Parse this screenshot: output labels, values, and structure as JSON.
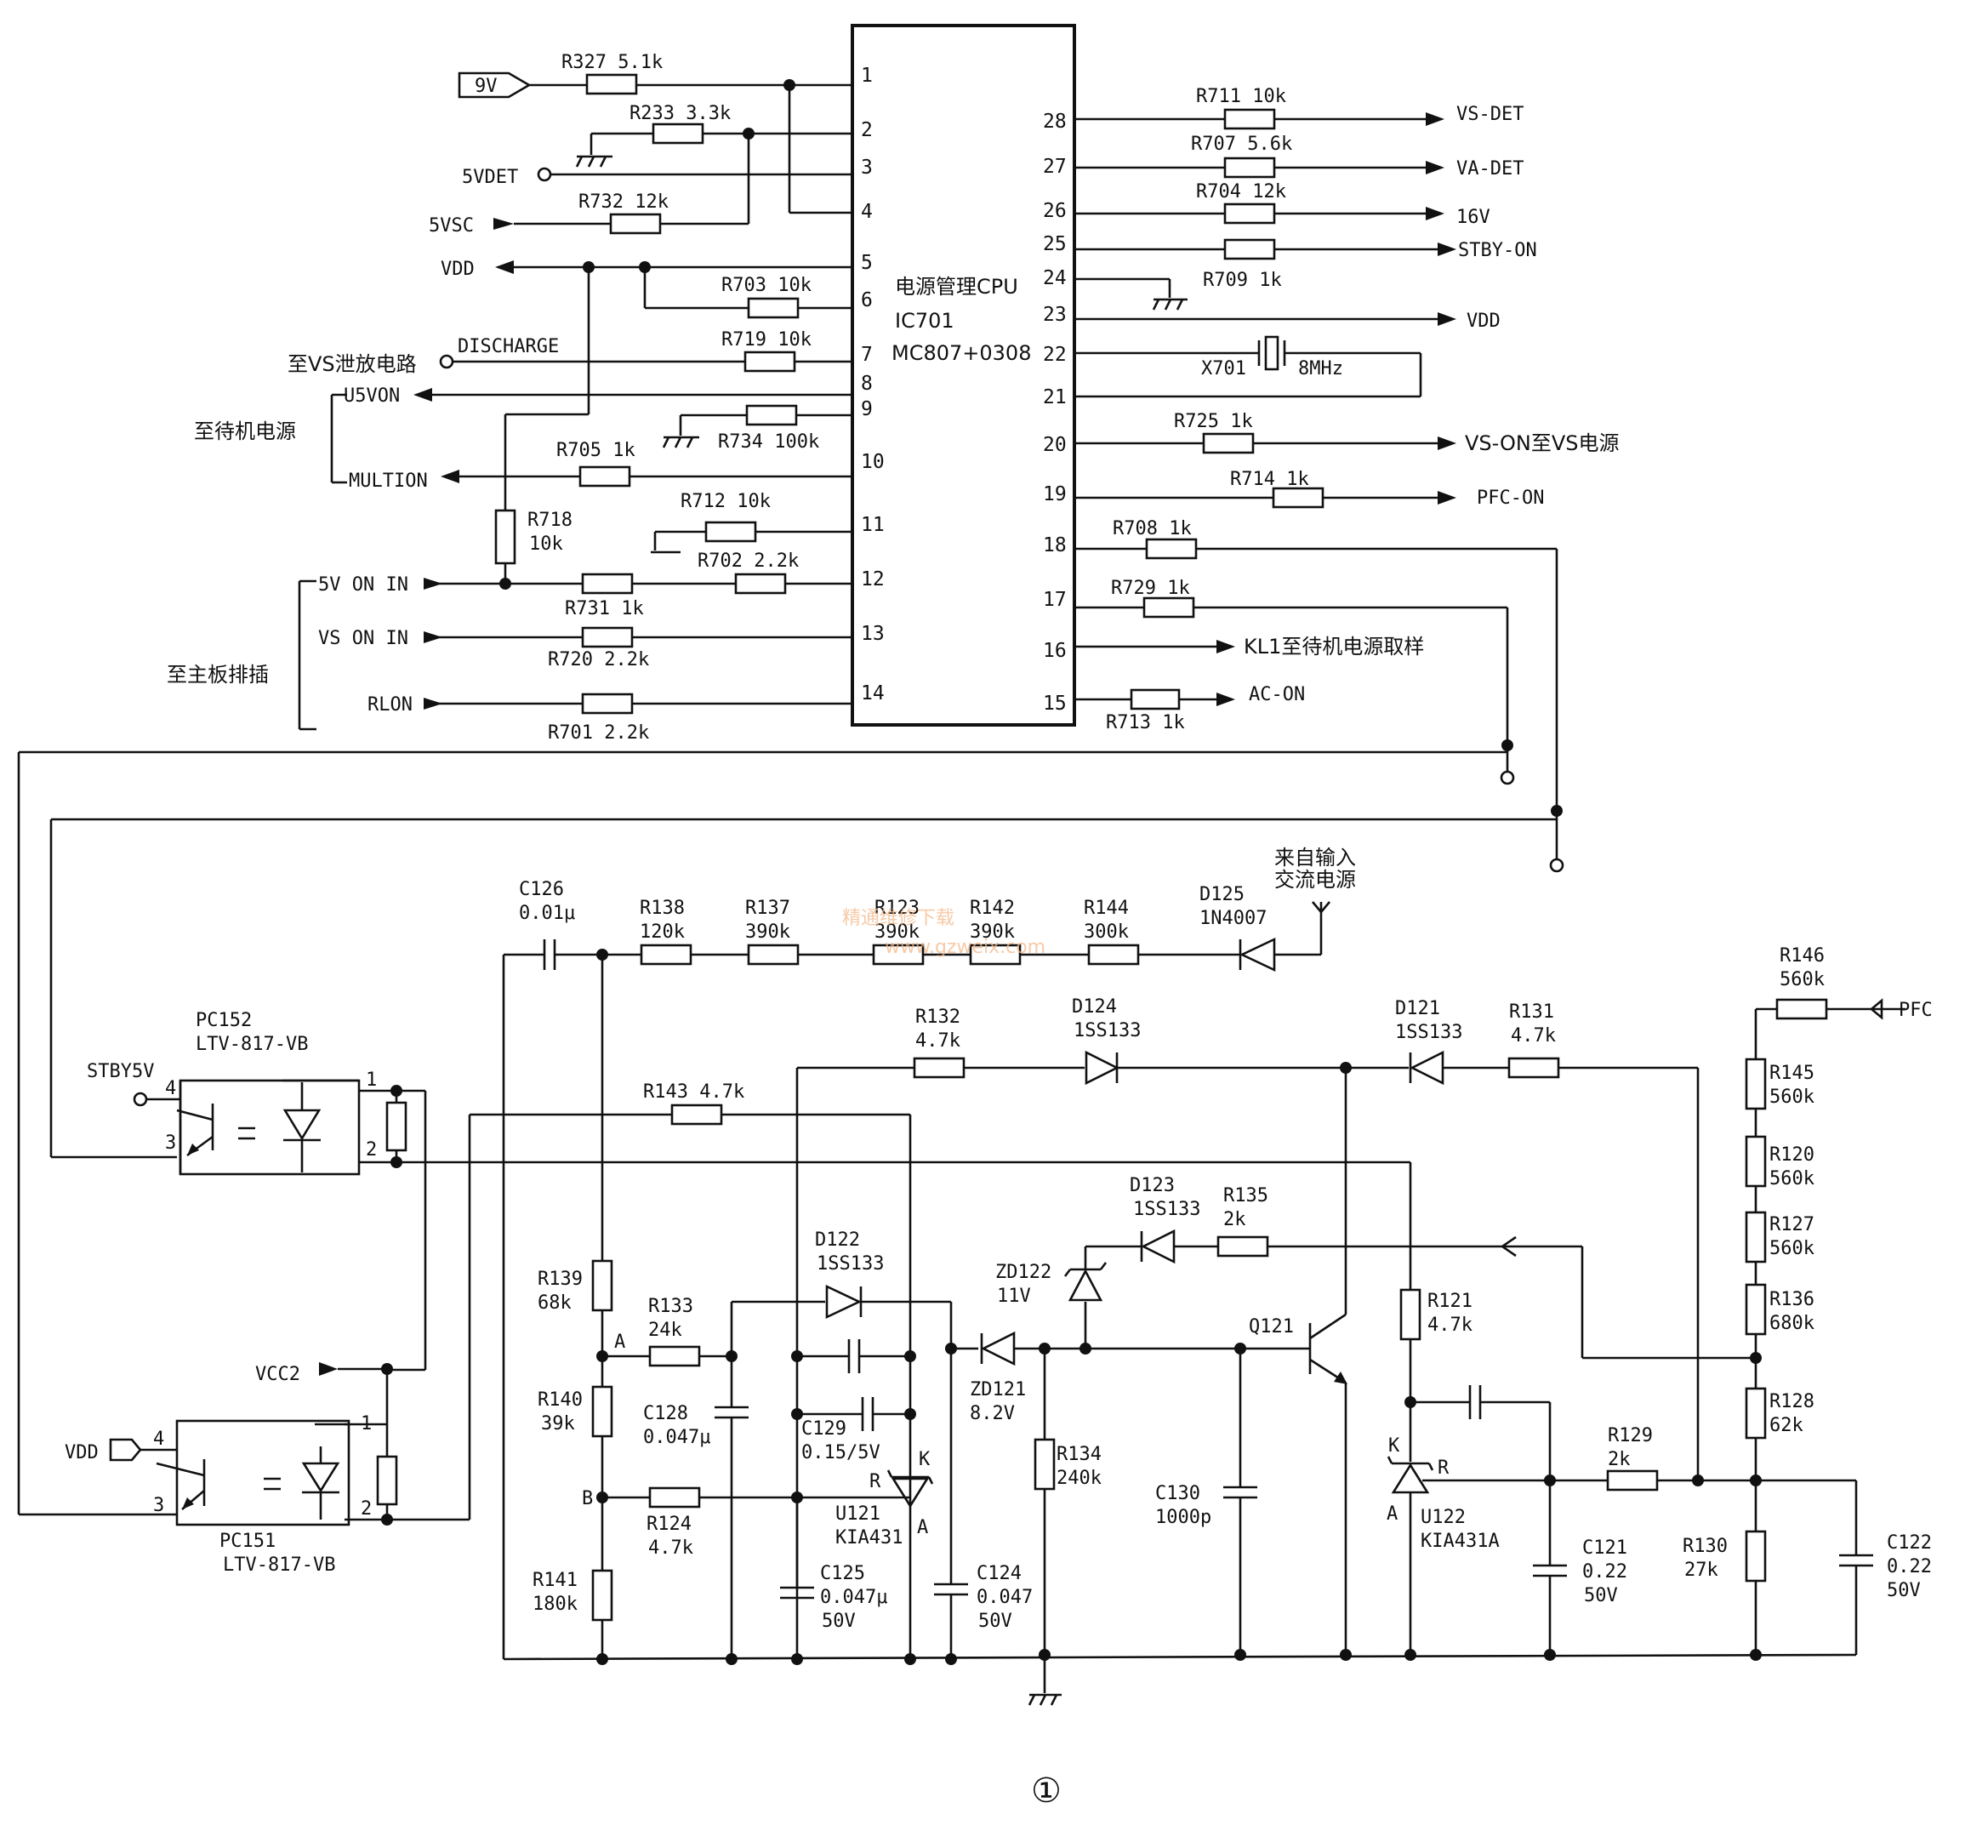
{
  "ic": {
    "title": "电源管理CPU",
    "ref": "IC701",
    "part": "MC807+0308",
    "left_pins": [
      "1",
      "2",
      "3",
      "4",
      "5",
      "6",
      "7",
      "8",
      "9",
      "10",
      "11",
      "12",
      "13",
      "14"
    ],
    "right_pins": [
      "28",
      "27",
      "26",
      "25",
      "24",
      "23",
      "22",
      "21",
      "20",
      "19",
      "18",
      "17",
      "16",
      "15"
    ]
  },
  "signals": {
    "v9": "9V",
    "v5det": "5VDET",
    "v5vsc": "5VSC",
    "vdd": "VDD",
    "to_vs_discharge": "至VS泄放电路",
    "discharge": "DISCHARGE",
    "u5von": "U5VON",
    "standby_power": "至待机电源",
    "multion": "MULTION",
    "v5_on_in": "5V ON IN",
    "vs_on_in": "VS ON IN",
    "rlon": "RLON",
    "to_mainboard": "至主板排插",
    "vs_det": "VS-DET",
    "va_det": "VA-DET",
    "v16": "16V",
    "stby_on": "STBY-ON",
    "vdd_out": "VDD",
    "vs_on": "VS-ON至VS电源",
    "pfc_on": "PFC-ON",
    "kl1": "KL1至待机电源取样",
    "ac_on": "AC-ON",
    "ac_in_1": "来自输入",
    "ac_in_2": "交流电源",
    "stby5v": "STBY5V",
    "vcc2": "VCC2",
    "vdd_pc151": "VDD",
    "pfc": "PFC"
  },
  "labels": {
    "r327": "R327  5.1k",
    "r233": "R233  3.3k",
    "r732": "R732  12k",
    "r703": "R703  10k",
    "r719": "R719  10k",
    "r734": "R734  100k",
    "r705": "R705  1k",
    "r718a": "R718",
    "r718b": "10k",
    "r712": "R712  10k",
    "r702": "R702  2.2k",
    "r731": "R731  1k",
    "r720": "R720  2.2k",
    "r701": "R701  2.2k",
    "r711": "R711  10k",
    "r707": "R707  5.6k",
    "r704": "R704  12k",
    "r709": "R709  1k",
    "x701": "X701",
    "mhz": "8MHz",
    "r725": "R725  1k",
    "r714": "R714  1k",
    "r708": "R708  1k",
    "r729": "R729  1k",
    "r713": "R713  1k",
    "c126a": "C126",
    "c126b": "0.01μ",
    "r138a": "R138",
    "r138b": "120k",
    "r137a": "R137",
    "r137b": "390k",
    "r123a": "R123",
    "r123b": "390k",
    "r142a": "R142",
    "r142b": "390k",
    "r144a": "R144",
    "r144b": "300k",
    "d125a": "D125",
    "d125b": "1N4007",
    "pc152a": "PC152",
    "pc152b": "LTV-817-VB",
    "pc151a": "PC151",
    "pc151b": "LTV-817-VB",
    "r132a": "R132",
    "r132b": "4.7k",
    "d124a": "D124",
    "d124b": "1SS133",
    "d121a": "D121",
    "d121b": "1SS133",
    "r131a": "R131",
    "r131b": "4.7k",
    "r146a": "R146",
    "r146b": "560k",
    "r145a": "R145",
    "r145b": "560k",
    "r120a": "R120",
    "r120b": "560k",
    "r127a": "R127",
    "r127b": "560k",
    "r136a": "R136",
    "r136b": "680k",
    "r128a": "R128",
    "r128b": "62k",
    "r130a": "R130",
    "r130b": "27k",
    "c122a": "C122",
    "c122b": "0.22",
    "c122c": "50V",
    "r143": "R143  4.7k",
    "d123a": "D123",
    "d123b": "1SS133",
    "r135a": "R135",
    "r135b": "2k",
    "zd122a": "ZD122",
    "zd122b": "11V",
    "d122a": "D122",
    "d122b": "1SS133",
    "r139a": "R139",
    "r139b": "68k",
    "r133a": "R133",
    "r133b": "24k",
    "node_a": "A",
    "r140a": "R140",
    "r140b": "39k",
    "c128a": "C128",
    "c128b": "0.047μ",
    "c129a": "C129",
    "c129b": "0.15/5V",
    "node_b": "B",
    "r124a": "R124",
    "r124b": "4.7k",
    "u121a": "U121",
    "u121b": "KIA431",
    "u121k": "K",
    "u121r": "R",
    "u121an": "A",
    "r141a": "R141",
    "r141b": "180k",
    "c125a": "C125",
    "c125b": "0.047μ",
    "c125c": "50V",
    "c124a": "C124",
    "c124b": "0.047",
    "c124c": "50V",
    "zd121a": "ZD121",
    "zd121b": "8.2V",
    "r134a": "R134",
    "r134b": "240k",
    "q121": "Q121",
    "c130a": "C130",
    "c130b": "1000p",
    "r121a": "R121",
    "r121b": "4.7k",
    "u122a": "U122",
    "u122b": "KIA431A",
    "u122k": "K",
    "u122r": "R",
    "u122an": "A",
    "c121a": "C121",
    "c121b": "0.22",
    "c121c": "50V",
    "r129a": "R129",
    "r129b": "2k",
    "pc_pin1": "1",
    "pc_pin2": "2",
    "pc_pin3": "3",
    "pc_pin4": "4"
  },
  "watermark": {
    "line1": "精通维修下载",
    "line2": "www.gzweix.com"
  },
  "figure_number": "①"
}
